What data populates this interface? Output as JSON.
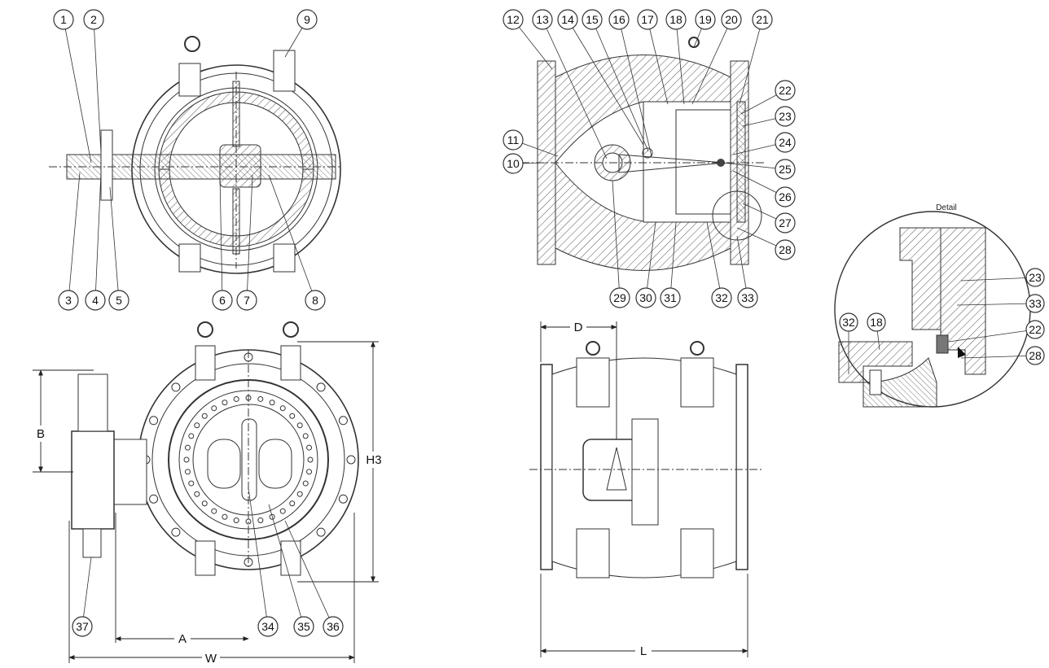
{
  "callouts": [
    "1",
    "2",
    "3",
    "4",
    "5",
    "6",
    "7",
    "8",
    "9",
    "10",
    "11",
    "12",
    "13",
    "14",
    "15",
    "16",
    "17",
    "18",
    "19",
    "20",
    "21",
    "22",
    "23",
    "24",
    "25",
    "26",
    "27",
    "28",
    "29",
    "30",
    "31",
    "32",
    "33",
    "34",
    "35",
    "36",
    "37"
  ],
  "detail_callouts": [
    "32",
    "18",
    "23",
    "33",
    "22",
    "28"
  ],
  "dimensions": {
    "A": "A",
    "B": "B",
    "W": "W",
    "H3": "H3",
    "D": "D",
    "L": "L"
  },
  "detail_title": "Detail",
  "colors": {
    "line": "#333333",
    "hatch": "#555555",
    "paper": "#ffffff"
  }
}
